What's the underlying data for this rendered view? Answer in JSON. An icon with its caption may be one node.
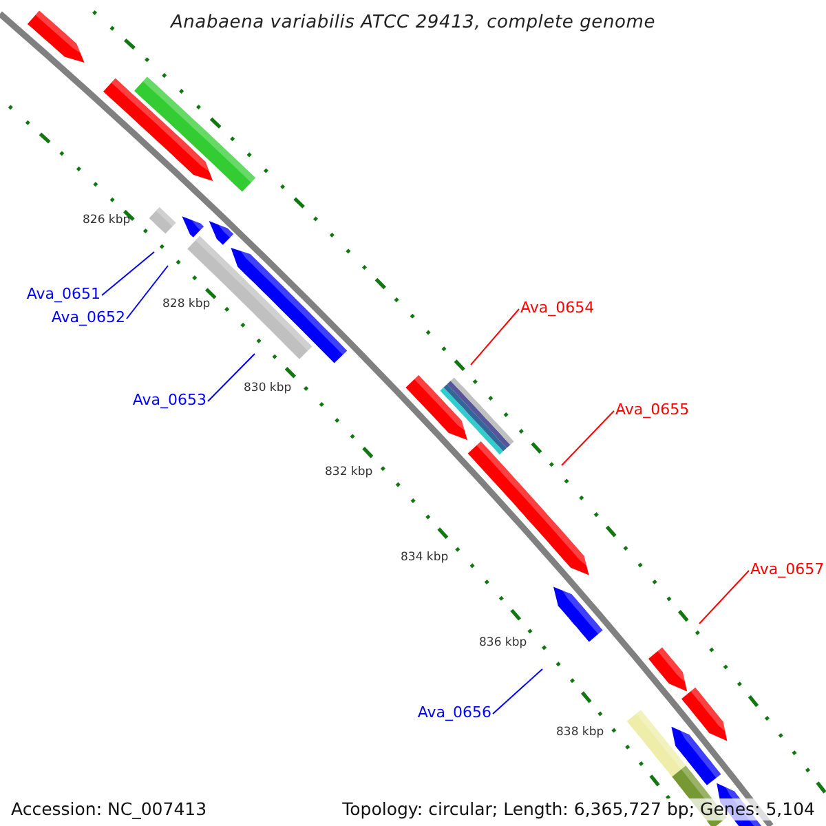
{
  "diagram": {
    "title": "Anabaena variabilis ATCC 29413, complete genome",
    "nodes": [
      {
        "text": [
          "Ava_0651"
        ]
      },
      {
        "text": [
          "Ava_0652"
        ]
      },
      {
        "text": [
          "Ava_0653"
        ]
      },
      {
        "text": [
          "Ava_0654"
        ]
      },
      {
        "text": [
          "Ava_0655"
        ]
      },
      {
        "text": [
          "Ava_0657"
        ]
      },
      {
        "text": [
          "Ava_0656"
        ]
      }
    ],
    "edges": [
      {
        "from": 0,
        "to": null,
        "arrow": "none"
      },
      {
        "from": 1,
        "to": null,
        "arrow": "none"
      },
      {
        "from": 2,
        "to": null,
        "arrow": "none"
      },
      {
        "from": 3,
        "to": null,
        "arrow": "none",
        "color": "#ff0000"
      },
      {
        "from": 4,
        "to": null,
        "arrow": "none",
        "color": "#ff0000"
      },
      {
        "from": 5,
        "to": null,
        "arrow": "none",
        "color": "#ff0000"
      },
      {
        "from": 6,
        "to": null,
        "arrow": "none"
      }
    ],
    "labels": [
      "826 kbp",
      "828 kbp",
      "830 kbp",
      "832 kbp",
      "834 kbp",
      "836 kbp",
      "838 kbp",
      "Accession: NC_007413",
      "Topology: circular; Length: 6,365,727 bp; Genes: 5,104"
    ]
  }
}
